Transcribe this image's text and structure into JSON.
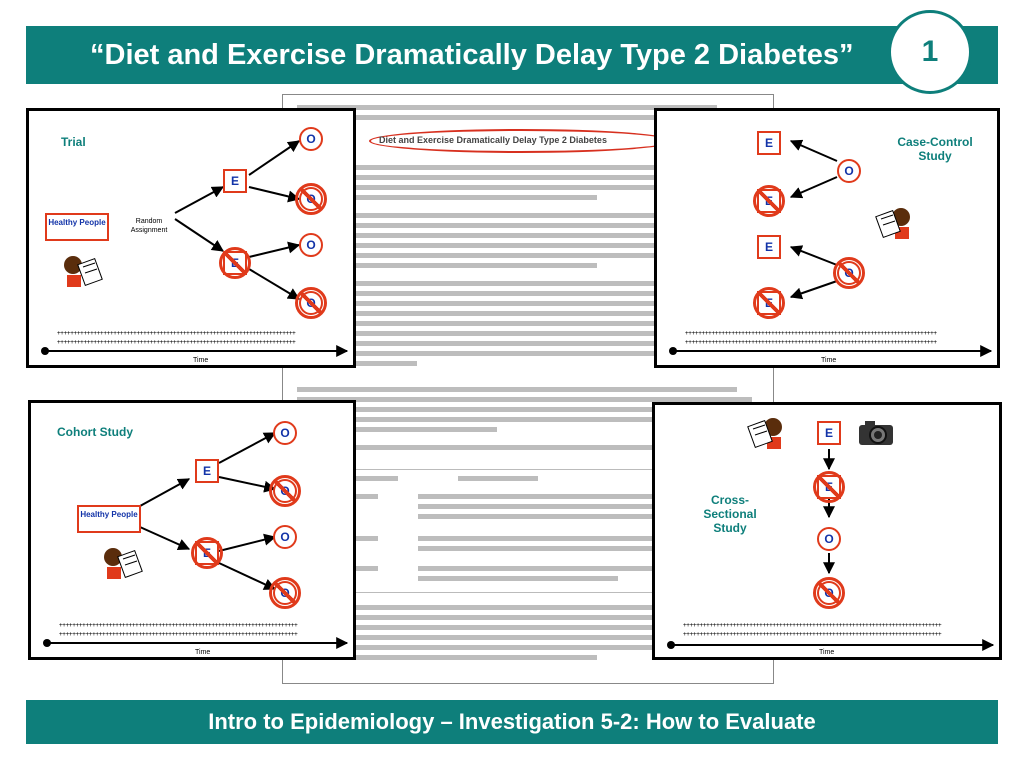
{
  "slide": {
    "title": "“Diet and Exercise Dramatically Delay Type 2 Diabetes”",
    "page_number": "1",
    "footer": "Intro to Epidemiology – Investigation 5-2:  How to Evaluate"
  },
  "document": {
    "heading": "Diet and Exercise Dramatically Delay Type 2 Diabetes"
  },
  "diagrams": {
    "trial": {
      "label": "Trial",
      "healthy": "Healthy People",
      "random": "Random Assignment",
      "exposed": "E",
      "unexposed": "E",
      "outcome": "O",
      "time": "Time"
    },
    "case_control": {
      "label": "Case-Control Study",
      "exposed": "E",
      "outcome": "O",
      "time": "Time"
    },
    "cohort": {
      "label": "Cohort Study",
      "healthy": "Healthy People",
      "exposed": "E",
      "outcome": "O",
      "time": "Time"
    },
    "cross_sectional": {
      "label": "Cross-Sectional Study",
      "exposed": "E",
      "outcome": "O",
      "time": "Time"
    }
  },
  "icons": {
    "person": "person-with-clipboard-icon",
    "camera": "camera-icon"
  },
  "colors": {
    "teal": "#0e7f7b",
    "red": "#e03a1b",
    "blue": "#1233a8"
  }
}
